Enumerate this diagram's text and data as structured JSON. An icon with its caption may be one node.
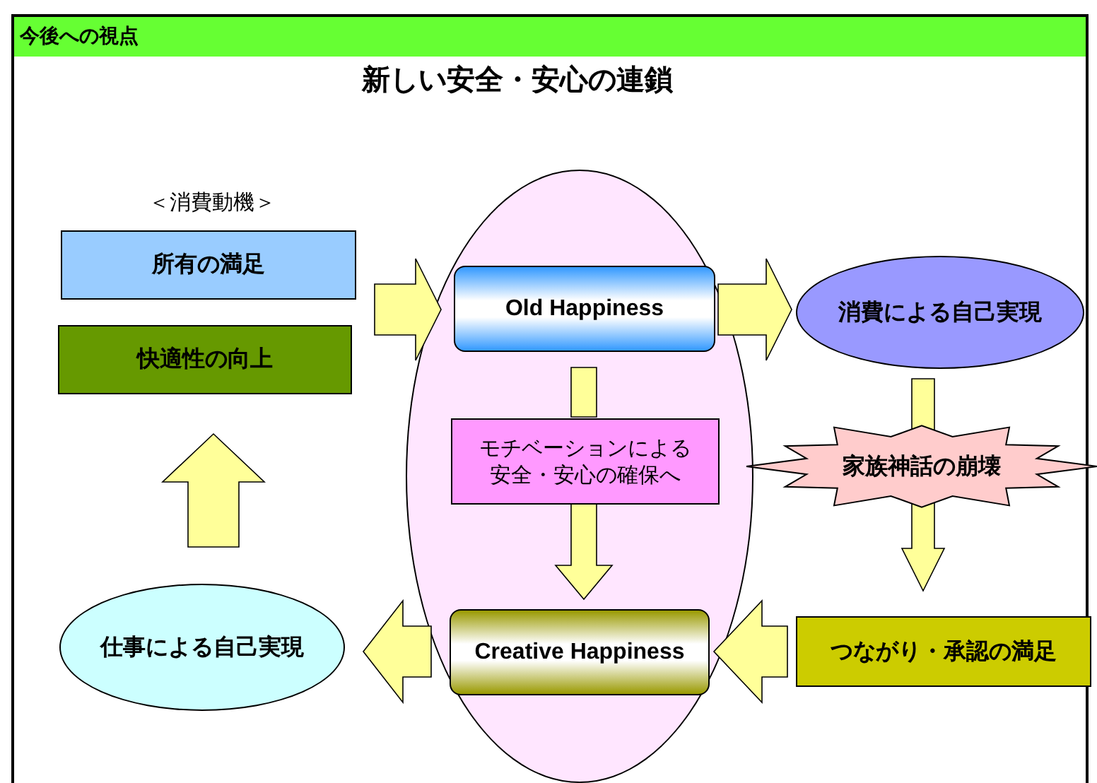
{
  "diagram": {
    "title": "新しい安全・安心の連鎖",
    "nodes": [
      {
        "text": [
          "今後への視点"
        ]
      },
      {
        "text": [
          "所有の満足"
        ]
      },
      {
        "text": [
          "快適性の向上"
        ]
      },
      {
        "text": [],
        "shape": "ellipse"
      },
      {
        "text": [
          "Old Happiness"
        ],
        "in": 3
      },
      {
        "text": [
          "消費による自己実現"
        ]
      },
      {
        "text": [
          "モチベーションによる安全・安心の確保へ"
        ],
        "in": 3
      },
      {
        "text": [
          "家族神話の崩壊"
        ]
      },
      {
        "text": [
          "Creative Happiness"
        ],
        "in": 3
      },
      {
        "text": [
          "つながり・承認の満足"
        ]
      },
      {
        "text": [
          "仕事による自己実現"
        ]
      }
    ],
    "edges": [
      {
        "from": 1,
        "to": 4,
        "arrow": "to"
      },
      {
        "from": 4,
        "to": 5,
        "arrow": "to"
      },
      {
        "from": 4,
        "to": 6,
        "arrow": "none"
      },
      {
        "from": 6,
        "to": 8,
        "arrow": "to"
      },
      {
        "from": 5,
        "to": 7,
        "arrow": "none"
      },
      {
        "from": 7,
        "to": 9,
        "arrow": "to"
      },
      {
        "from": 9,
        "to": 8,
        "arrow": "to"
      },
      {
        "from": 8,
        "to": 10,
        "arrow": "to"
      },
      {
        "from": 10,
        "to": 2,
        "arrow": "to"
      }
    ],
    "labels": [
      "＜消費動機＞"
    ]
  }
}
